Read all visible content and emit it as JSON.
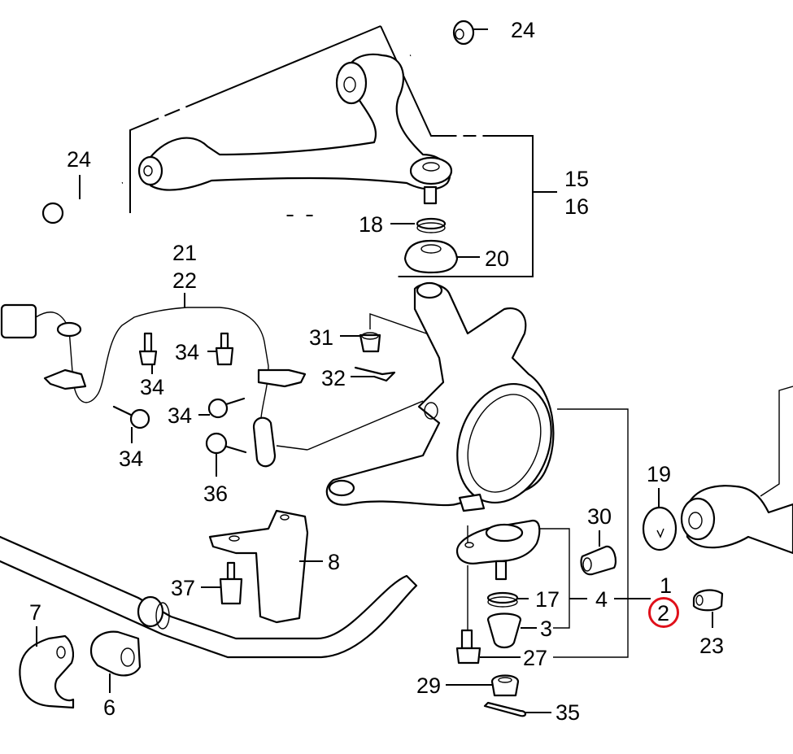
{
  "diagram": {
    "title": "Front Knuckle / Suspension Arm Parts Diagram",
    "highlight_color": "#e0101a",
    "highlighted_callout": "2",
    "callouts": [
      {
        "id": "24a",
        "label": "24",
        "part": "flange-bolt"
      },
      {
        "id": "24b",
        "label": "24",
        "part": "flange-bolt"
      },
      {
        "id": "15",
        "label": "15",
        "part": "upper-arm"
      },
      {
        "id": "16",
        "label": "16",
        "part": "upper-arm"
      },
      {
        "id": "18",
        "label": "18",
        "part": "set-ring"
      },
      {
        "id": "20",
        "label": "20",
        "part": "boot"
      },
      {
        "id": "21",
        "label": "21",
        "part": "wheel-speed-sensor"
      },
      {
        "id": "22",
        "label": "22",
        "part": "wheel-speed-sensor"
      },
      {
        "id": "31",
        "label": "31",
        "part": "castle-nut"
      },
      {
        "id": "32",
        "label": "32",
        "part": "cotter-pin"
      },
      {
        "id": "34a",
        "label": "34",
        "part": "flange-bolt"
      },
      {
        "id": "34b",
        "label": "34",
        "part": "flange-bolt"
      },
      {
        "id": "34c",
        "label": "34",
        "part": "flange-bolt"
      },
      {
        "id": "34d",
        "label": "34",
        "part": "flange-bolt"
      },
      {
        "id": "36",
        "label": "36",
        "part": "flange-bolt"
      },
      {
        "id": "8",
        "label": "8",
        "part": "bracket"
      },
      {
        "id": "37",
        "label": "37",
        "part": "flange-bolt"
      },
      {
        "id": "7",
        "label": "7",
        "part": "holder"
      },
      {
        "id": "6",
        "label": "6",
        "part": "bushing"
      },
      {
        "id": "19",
        "label": "19",
        "part": "washer"
      },
      {
        "id": "30",
        "label": "30",
        "part": "bushing"
      },
      {
        "id": "1",
        "label": "1",
        "part": "knuckle"
      },
      {
        "id": "2",
        "label": "2",
        "part": "knuckle"
      },
      {
        "id": "4",
        "label": "4",
        "part": "ball-joint"
      },
      {
        "id": "17",
        "label": "17",
        "part": "set-ring"
      },
      {
        "id": "3",
        "label": "3",
        "part": "boot"
      },
      {
        "id": "27",
        "label": "27",
        "part": "flange-bolt"
      },
      {
        "id": "23",
        "label": "23",
        "part": "nut"
      },
      {
        "id": "29",
        "label": "29",
        "part": "castle-nut"
      },
      {
        "id": "35",
        "label": "35",
        "part": "cotter-pin"
      }
    ]
  }
}
